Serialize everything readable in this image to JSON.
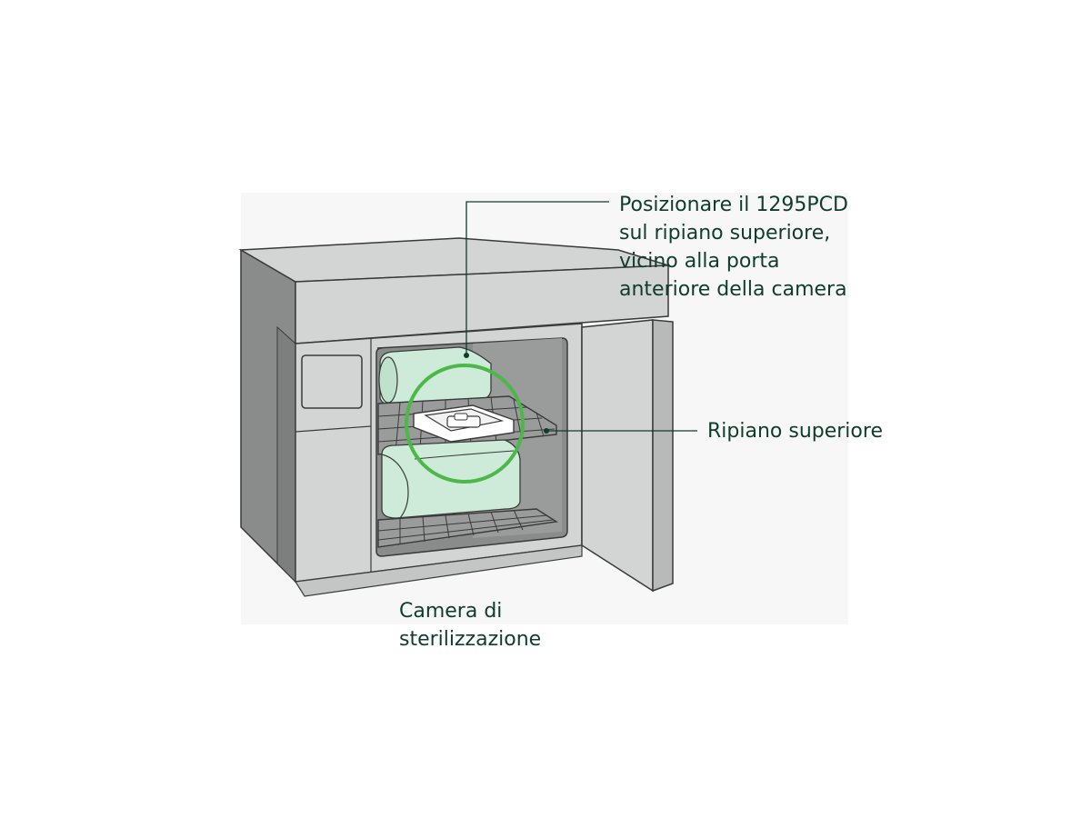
{
  "colors": {
    "label_text": "#0f3d2b",
    "highlight_ring": "#4cb848",
    "outline": "#3a3a3a",
    "cabinet_light": "#d3d5d4",
    "cabinet_dark": "#8a8b8b",
    "pack_fill": "#cdebd8"
  },
  "icons": {
    "sterilizer": "sterilizer-chamber-illustration",
    "pcd": "pcd-device-icon",
    "highlight": "highlight-circle-icon"
  },
  "callouts": {
    "pcd_placement": {
      "lines": [
        "Posizionare il 1295PCD",
        "sul ripiano superiore,",
        "vicino alla porta",
        "anteriore della camera"
      ]
    },
    "top_shelf": {
      "lines": [
        "Ripiano superiore"
      ]
    },
    "chamber": {
      "lines": [
        "Camera di",
        "sterilizzazione"
      ]
    }
  }
}
